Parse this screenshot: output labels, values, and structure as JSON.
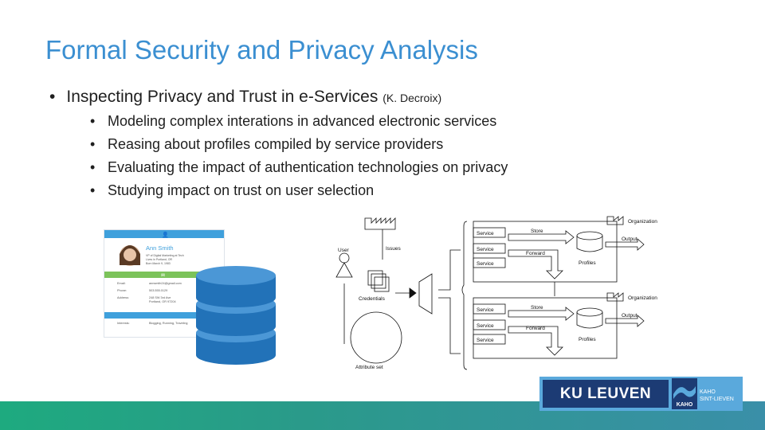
{
  "slide": {
    "title": "Formal Security and Privacy Analysis",
    "main_bullet": {
      "text": "Inspecting Privacy and Trust in e-Services ",
      "author": "(K. Decroix)"
    },
    "sub_bullets": [
      "Modeling complex interations in advanced electronic services",
      "Reasing about profiles compiled by service providers",
      "Evaluating the impact of authentication technologies on privacy",
      "Studying impact on trust on user selection"
    ]
  },
  "profile_card": {
    "name": "Ann Smith",
    "line1": "VP of Digital Marketing at Tech",
    "line2": "Lives in Portland, OR",
    "line3": "Born March 9, 1983",
    "rows": [
      {
        "label": "Email:",
        "value": "annsmith24@gmail.com"
      },
      {
        "label": "Phone:",
        "value": "503.555.0129"
      },
      {
        "label": "Address:",
        "value": "248 SW 3rd Ave"
      },
      {
        "label": "",
        "value": "Portland, OR 97204"
      },
      {
        "label": "Interests:",
        "value": "Blogging, Running, Traveling"
      }
    ],
    "colors": {
      "header": "#3fa0dc",
      "band": "#7cc35a"
    }
  },
  "database_icon": {
    "color": "#2272b8"
  },
  "diagram": {
    "user": "User",
    "issues": "Issues",
    "credentials": "Credentials",
    "attribute_set": "Attribute set",
    "organizations": [
      {
        "label": "Organization",
        "services": [
          "Service",
          "Service",
          "Service"
        ],
        "store": "Store",
        "forward": "Forward",
        "output": "Output",
        "profiles": "Profiles"
      },
      {
        "label": "Organization",
        "services": [
          "Service",
          "Service",
          "Service"
        ],
        "store": "Store",
        "forward": "Forward",
        "output": "Output",
        "profiles": "Profiles"
      }
    ]
  },
  "logo": {
    "ku": "KU LEUVEN",
    "kaho": "KAHO",
    "sub1": "KAHO",
    "sub2": "SINT-LIEVEN"
  },
  "theme": {
    "title_color": "#3b8fd1",
    "bar_color": "#1eaa7f"
  }
}
